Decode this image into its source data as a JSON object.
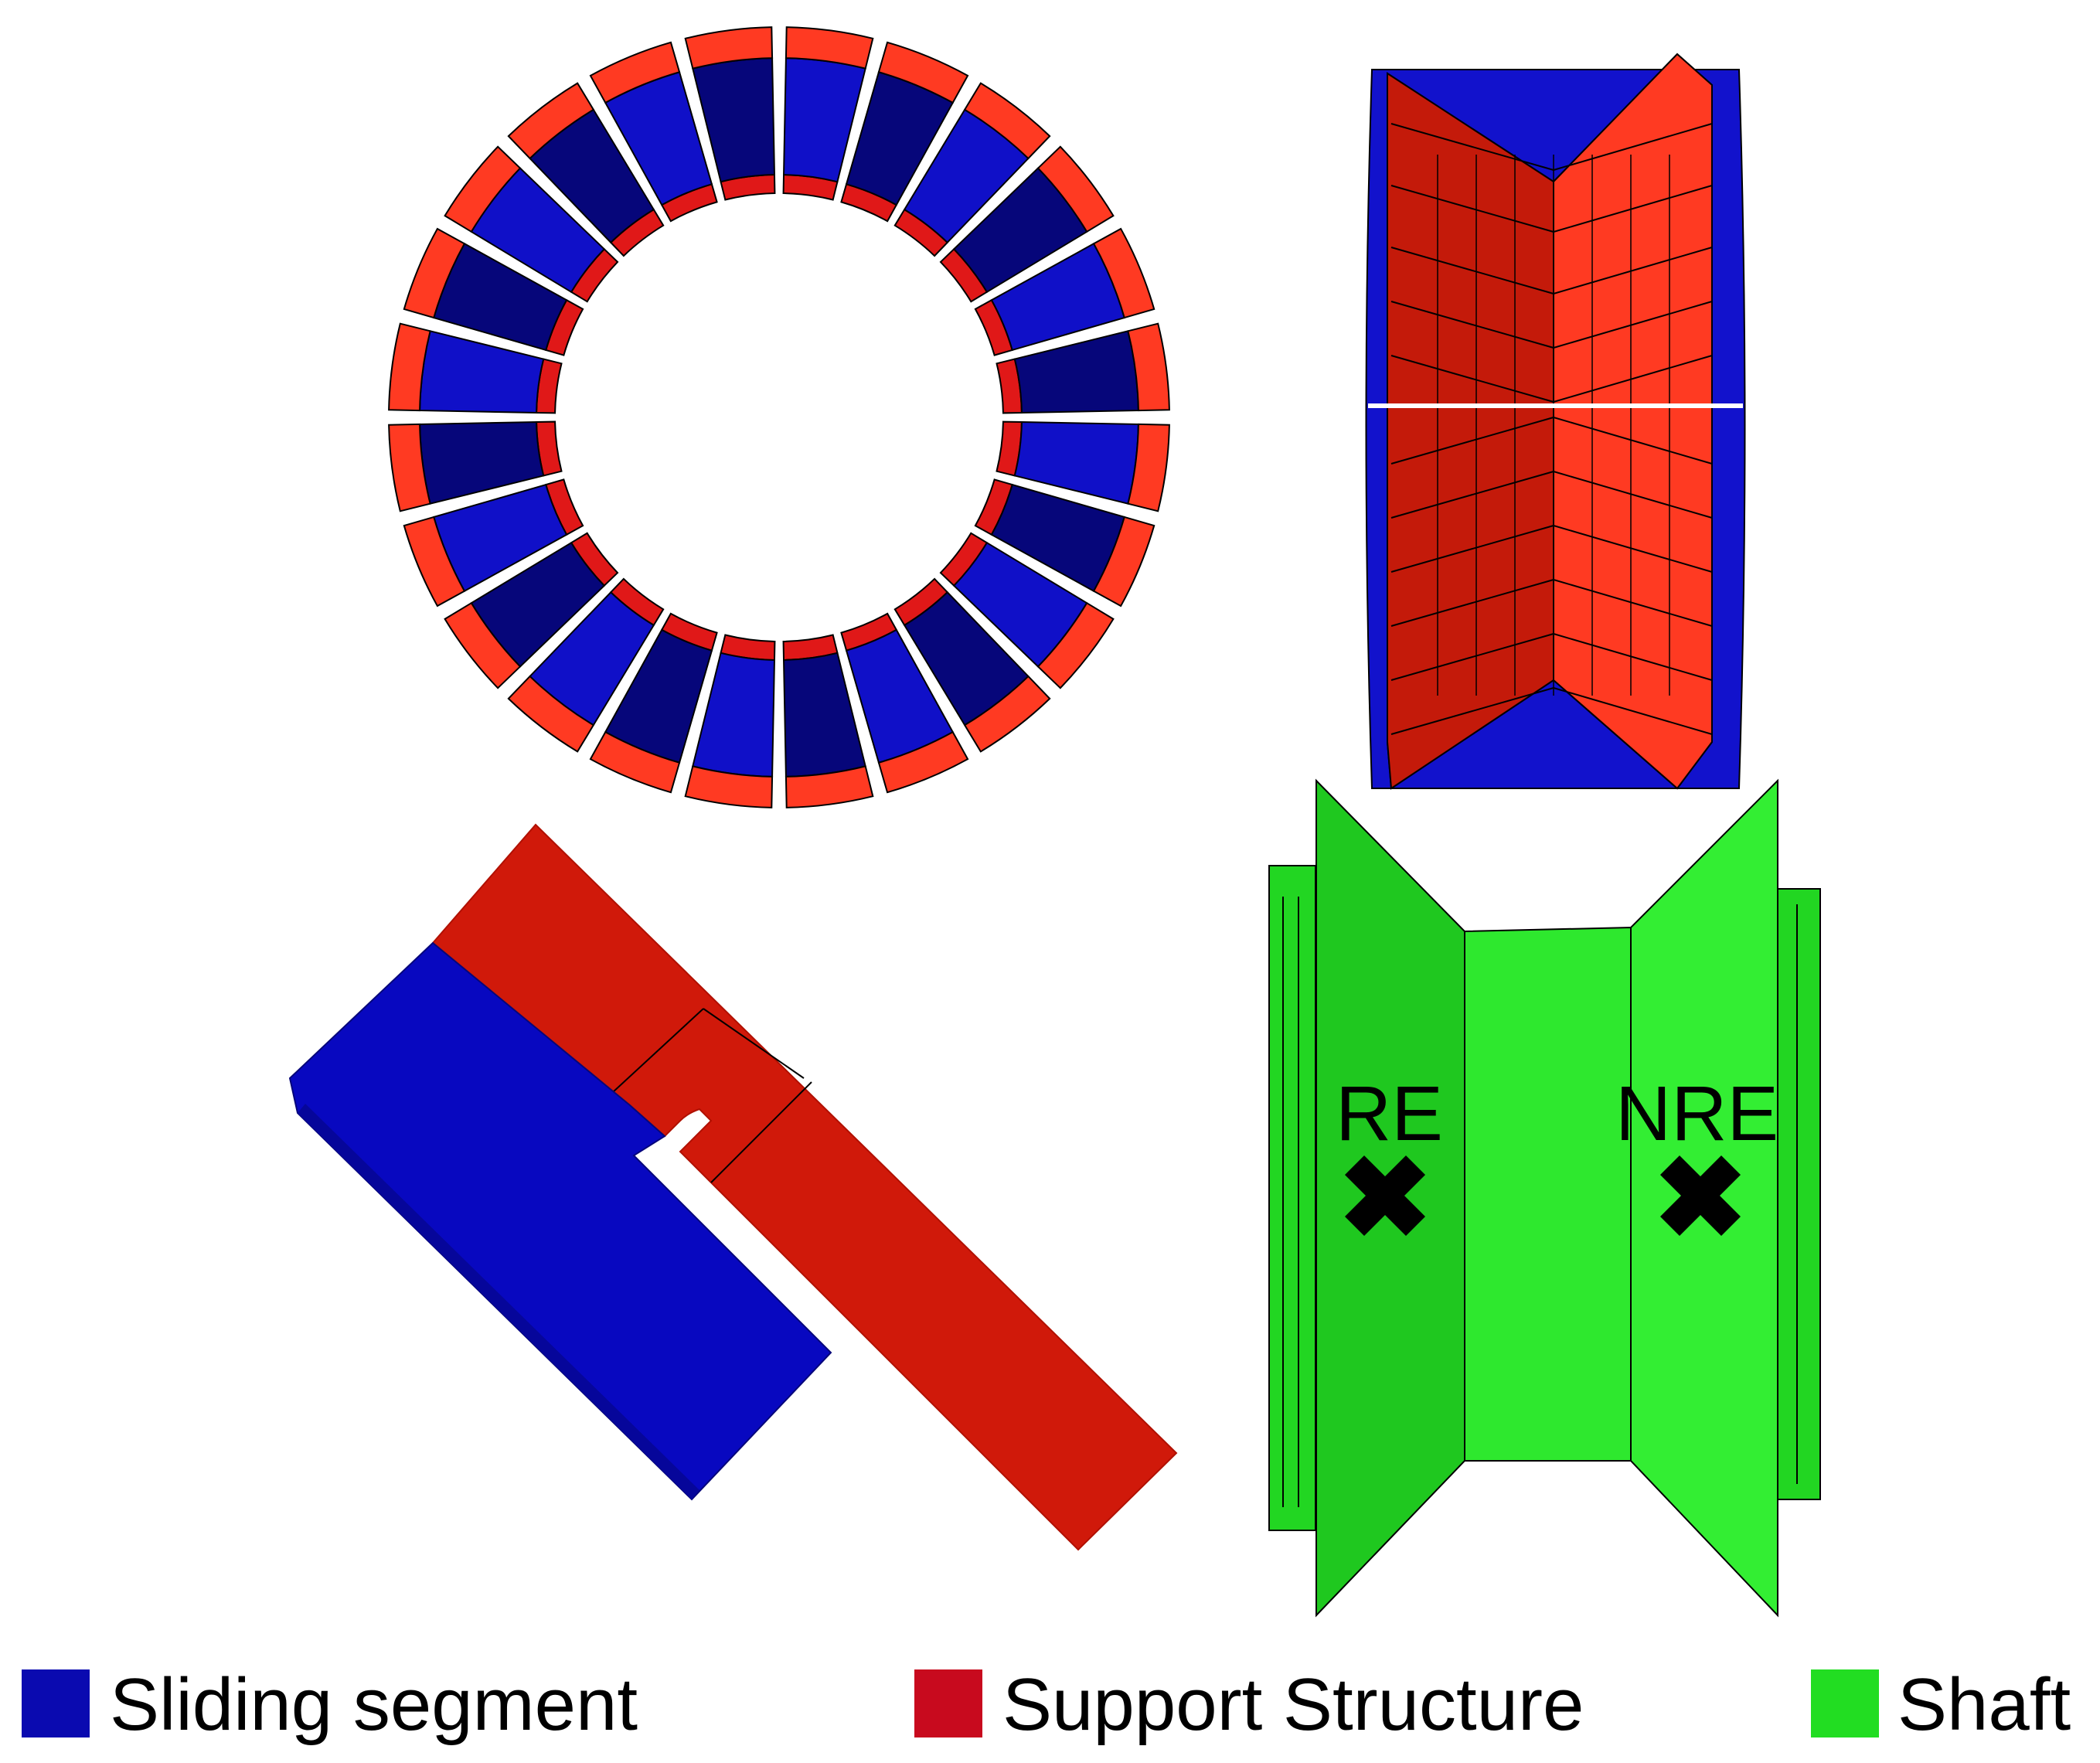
{
  "colors": {
    "sliding_segment": "#1010c8",
    "sliding_segment_dark": "#06067a",
    "sliding_segment_light": "#3a3aff",
    "support_structure": "#e01818",
    "support_structure_dark": "#b01000",
    "support_structure_light": "#ff3a22",
    "shaft": "#22dd22",
    "shaft_dark": "#18b018",
    "legend_blue": "#0a0ab0",
    "legend_red": "#c80a1e",
    "legend_green": "#22dd22"
  },
  "ring_view": {
    "segment_count": 24
  },
  "shaft_view": {
    "left_marker_label": "RE",
    "right_marker_label": "NRE",
    "marker_icon": "cross-icon"
  },
  "legend": {
    "items": [
      {
        "label": "Sliding segment",
        "color": "#0a0ab0",
        "icon": "blue-swatch"
      },
      {
        "label": "Support Structure",
        "color": "#c80a1e",
        "icon": "red-swatch"
      },
      {
        "label": "Shaft",
        "color": "#22dd22",
        "icon": "green-swatch"
      }
    ]
  }
}
